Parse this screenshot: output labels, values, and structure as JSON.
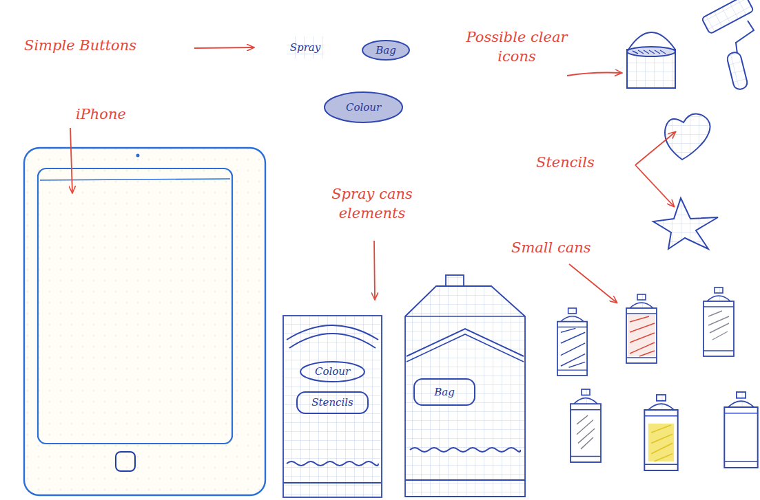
{
  "diagram": {
    "nodes": [
      {
        "text": [
          "Spray"
        ]
      },
      {
        "text": [
          "Bag"
        ]
      },
      {
        "text": [
          "Colour"
        ]
      },
      {
        "text": []
      },
      {
        "text": [
          "Colour"
        ],
        "in": 3
      },
      {
        "text": [
          "Stencils"
        ],
        "in": 3
      },
      {
        "text": []
      },
      {
        "text": [
          "Bag"
        ],
        "in": 6
      }
    ],
    "labels": [
      "Simple Buttons",
      "Possible clear icons",
      "iPhone",
      "Stencils",
      "Spray cans elements",
      "Small cans"
    ]
  }
}
